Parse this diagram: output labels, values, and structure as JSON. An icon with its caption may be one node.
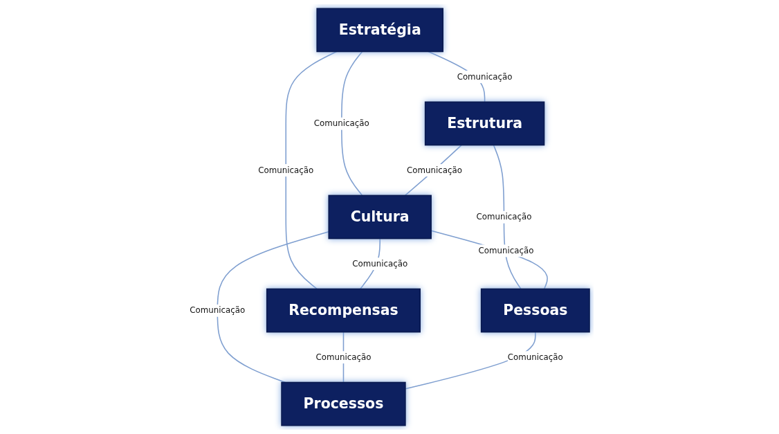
{
  "diagram": {
    "nodes": [
      {
        "text": [
          "Estratégia"
        ]
      },
      {
        "text": [
          "Estrutura"
        ]
      },
      {
        "text": [
          "Cultura"
        ]
      },
      {
        "text": [
          "Recompensas"
        ]
      },
      {
        "text": [
          "Pessoas"
        ]
      },
      {
        "text": [
          "Processos"
        ]
      }
    ],
    "edges": [
      {
        "from": 0,
        "to": 1,
        "arrow": "none",
        "label": "Comunicação"
      },
      {
        "from": 0,
        "to": 2,
        "arrow": "none",
        "label": "Comunicação"
      },
      {
        "from": 1,
        "to": 2,
        "arrow": "none",
        "label": "Comunicação"
      },
      {
        "from": 0,
        "to": 3,
        "arrow": "none",
        "label": "Comunicação"
      },
      {
        "from": 1,
        "to": 4,
        "arrow": "none",
        "label": "Comunicação"
      },
      {
        "from": 2,
        "to": 3,
        "arrow": "none",
        "label": "Comunicação"
      },
      {
        "from": 2,
        "to": 5,
        "arrow": "none",
        "label": "Comunicação"
      },
      {
        "from": 2,
        "to": 4,
        "arrow": "none",
        "label": "Comunicação"
      },
      {
        "from": 3,
        "to": 5,
        "arrow": "none",
        "label": "Comunicação"
      },
      {
        "from": 4,
        "to": 5,
        "arrow": "none",
        "label": "Comunicação"
      }
    ]
  }
}
